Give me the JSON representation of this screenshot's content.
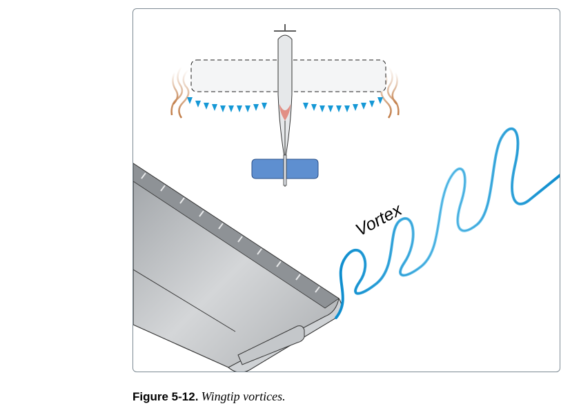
{
  "figure": {
    "vortex_label": "Vortex",
    "caption_number": "Figure 5-12.",
    "caption_text": "Wingtip vortices."
  },
  "colors": {
    "airflow_blue": "#1ea7dc",
    "upwash_brown": "#b06a3a",
    "wing_gray": "#b9bcbf",
    "airplane_fuselage": "#e6e8ea",
    "airplane_tail": "#5e8fd0",
    "frame_border": "#7d8a93"
  },
  "icons": [
    "airplane-top-view-icon",
    "wing-icon",
    "vortex-spiral-icon"
  ]
}
